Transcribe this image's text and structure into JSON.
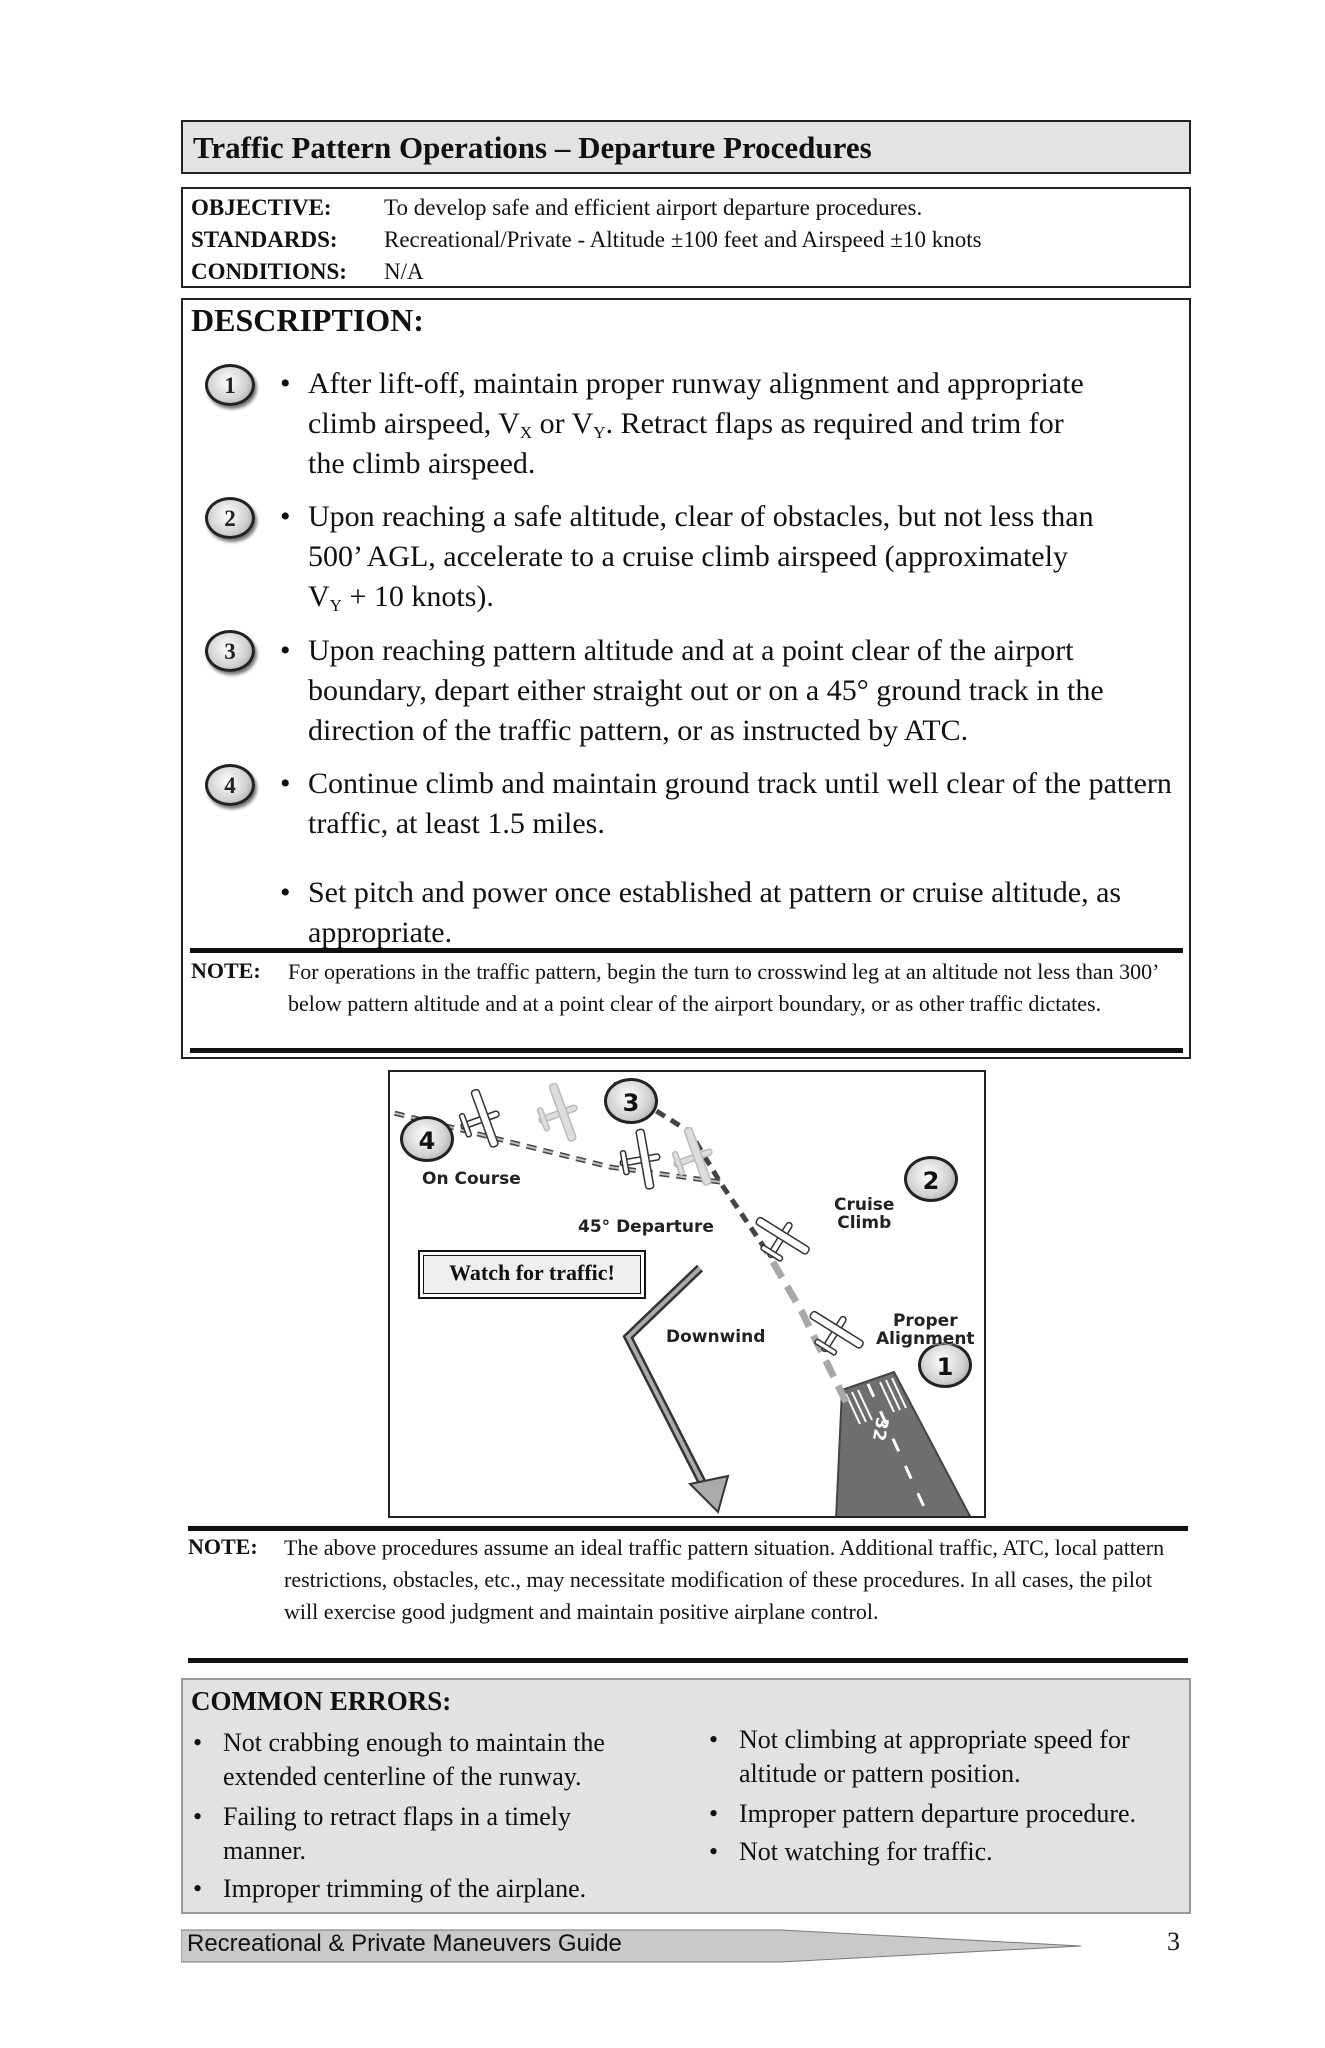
{
  "title": "Traffic Pattern Operations – Departure Procedures",
  "objectives": [
    {
      "label": "OBJECTIVE:",
      "text": "To develop safe and efficient airport departure procedures."
    },
    {
      "label": "STANDARDS:",
      "text": "Recreational/Private - Altitude ±100 feet and Airspeed ±10 knots"
    },
    {
      "label": "CONDITIONS:",
      "text": "N/A"
    }
  ],
  "description": {
    "heading": "DESCRIPTION:",
    "bullet": "•",
    "steps": [
      {
        "number": "1",
        "line1": "After lift-off, maintain proper runway alignment and appropriate",
        "line2_a": "climb airspeed, V",
        "sub_x": "X",
        "line2_b": " or V",
        "sub_y": "Y",
        "line2_c": ".  Retract flaps as required and trim for",
        "line3": "the climb airspeed."
      },
      {
        "number": "2",
        "line1": "Upon reaching a safe altitude, clear of obstacles, but not less than",
        "line2": "500’ AGL, accelerate to a cruise climb airspeed (approximately",
        "line3_a": "V",
        "sub_y": "Y",
        "line3_b": " + 10 knots)."
      },
      {
        "number": "3",
        "text": "Upon reaching pattern altitude and at a point clear of the airport boundary, depart either straight out or on a 45° ground track in the direction of the traffic pattern, or as instructed by ATC."
      },
      {
        "number": "4",
        "text": "Continue climb and maintain ground track until well clear of the pattern traffic, at least 1.5 miles."
      }
    ],
    "extra_step": "Set pitch and power once established at pattern or cruise altitude, as appropriate."
  },
  "note1": {
    "label": "NOTE:",
    "text": "For operations in the traffic pattern, begin the turn to crosswind leg at an altitude not less than 300’ below pattern altitude and at a point clear of the airport boundary, or as other traffic dictates."
  },
  "diagram": {
    "on_course": "On Course",
    "departure_45": "45° Departure",
    "cruise_climb_1": "Cruise",
    "cruise_climb_2": "Climb",
    "downwind": "Downwind",
    "proper_alignment_1": "Proper",
    "proper_alignment_2": "Alignment",
    "watch_for_traffic": "Watch for traffic!",
    "runway_number": "32",
    "markers": [
      "1",
      "2",
      "3",
      "4"
    ]
  },
  "note2": {
    "label": "NOTE:",
    "text": "The above procedures assume an ideal traffic pattern situation.  Additional traffic, ATC, local pattern restrictions, obstacles, etc., may necessitate modification of these procedures.  In all cases, the pilot will exercise good judgment and maintain positive airplane control."
  },
  "common_errors": {
    "heading": "COMMON ERRORS:",
    "bullet": "•",
    "left": [
      {
        "line1": "Not crabbing enough to maintain the",
        "line2": "extended centerline of the runway."
      },
      {
        "line1": "Failing to retract flaps in a timely",
        "line2": "manner."
      },
      {
        "line1": "Improper trimming of the airplane."
      }
    ],
    "right": [
      {
        "line1": "Not climbing at appropriate speed for",
        "line2": "altitude or pattern position."
      },
      {
        "line1": "Improper pattern departure procedure."
      },
      {
        "line1": "Not watching for traffic."
      }
    ]
  },
  "footer": {
    "guide_title": "Recreational & Private Maneuvers Guide",
    "page_number": "3"
  }
}
